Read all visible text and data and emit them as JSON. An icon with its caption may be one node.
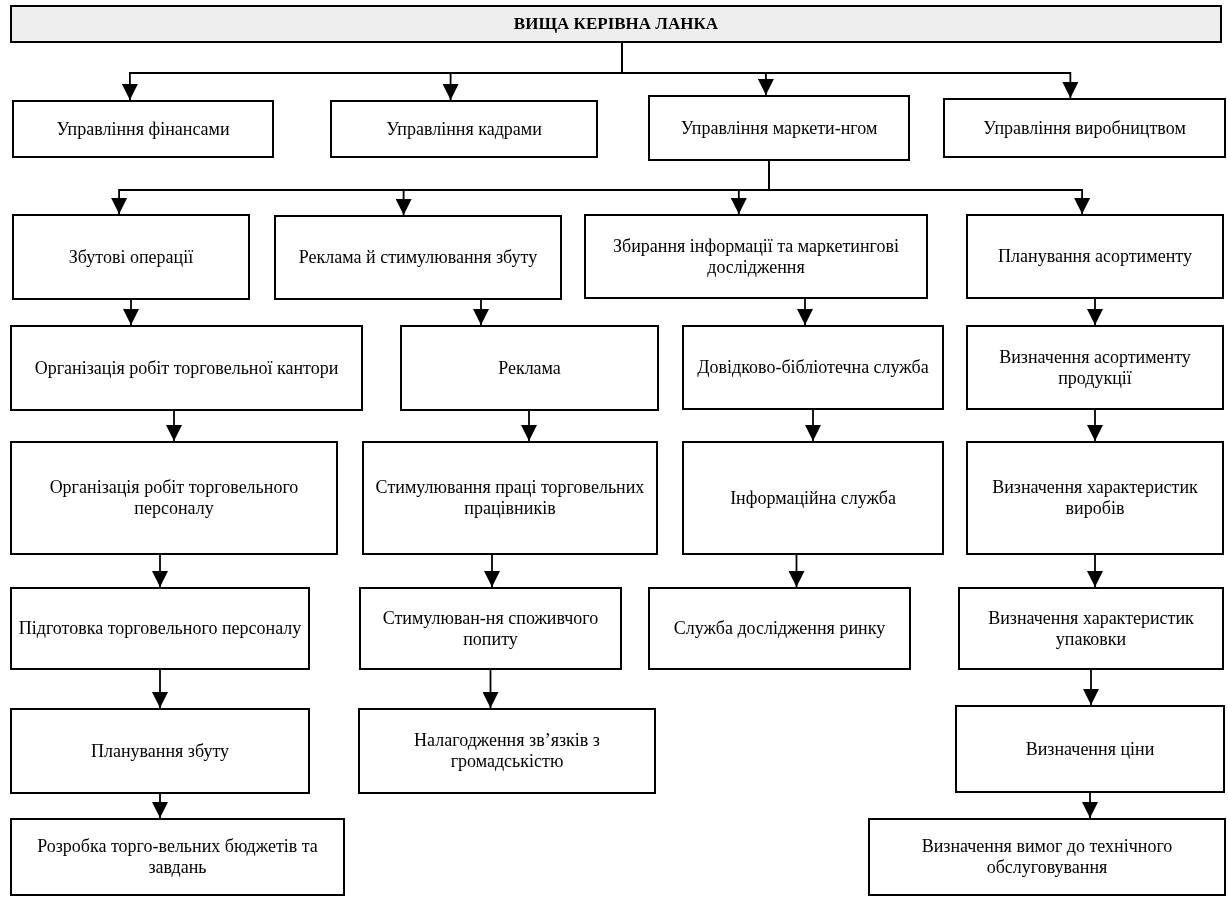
{
  "diagram": {
    "nodes": [
      {
        "text": [
          "ВИЩА КЕРІВНА ЛАНКА"
        ]
      },
      {
        "text": [
          "Управління фінансами"
        ]
      },
      {
        "text": [
          "Управління кадрами"
        ]
      },
      {
        "text": [
          "Управління маркети-нгом"
        ]
      },
      {
        "text": [
          "Управління виробництвом"
        ]
      },
      {
        "text": [
          "Збутові операції"
        ]
      },
      {
        "text": [
          "Реклама й стимулювання збуту"
        ]
      },
      {
        "text": [
          "Збирання інформації та маркетингові дослідження"
        ]
      },
      {
        "text": [
          "Планування асортименту"
        ]
      },
      {
        "text": [
          "Організація робіт торговельної кантори"
        ]
      },
      {
        "text": [
          "Реклама"
        ]
      },
      {
        "text": [
          "Довідково-бібліотечна служба"
        ]
      },
      {
        "text": [
          "Визначення асортименту продукції"
        ]
      },
      {
        "text": [
          "Організація робіт торговельного персоналу"
        ]
      },
      {
        "text": [
          "Стимулювання праці торговельних працівників"
        ]
      },
      {
        "text": [
          "Інформаційна служба"
        ]
      },
      {
        "text": [
          "Визначення характеристик виробів"
        ]
      },
      {
        "text": [
          "Підготовка торговельного персоналу"
        ]
      },
      {
        "text": [
          "Стимулюван-ня споживчого попиту"
        ]
      },
      {
        "text": [
          "Служба дослідження ринку"
        ]
      },
      {
        "text": [
          "Визначення характеристик упаковки"
        ]
      },
      {
        "text": [
          "Планування збуту"
        ]
      },
      {
        "text": [
          "Налагодження зв’язків з громадськістю"
        ]
      },
      {
        "text": [
          "Визначення ціни"
        ]
      },
      {
        "text": [
          "Розробка торго-вельних бюджетів та завдань"
        ]
      },
      {
        "text": [
          "Визначення вимог до технічного обслуговування"
        ]
      }
    ],
    "edges": [
      {
        "from": 0,
        "to": 1,
        "arrow": "to"
      },
      {
        "from": 0,
        "to": 2,
        "arrow": "to"
      },
      {
        "from": 0,
        "to": 3,
        "arrow": "to"
      },
      {
        "from": 0,
        "to": 4,
        "arrow": "to"
      },
      {
        "from": 3,
        "to": 5,
        "arrow": "to"
      },
      {
        "from": 3,
        "to": 6,
        "arrow": "to"
      },
      {
        "from": 3,
        "to": 7,
        "arrow": "to"
      },
      {
        "from": 3,
        "to": 8,
        "arrow": "to"
      },
      {
        "from": 5,
        "to": 9,
        "arrow": "to"
      },
      {
        "from": 9,
        "to": 13,
        "arrow": "to"
      },
      {
        "from": 13,
        "to": 17,
        "arrow": "to"
      },
      {
        "from": 17,
        "to": 21,
        "arrow": "to"
      },
      {
        "from": 21,
        "to": 24,
        "arrow": "to"
      },
      {
        "from": 6,
        "to": 10,
        "arrow": "to"
      },
      {
        "from": 10,
        "to": 14,
        "arrow": "to"
      },
      {
        "from": 14,
        "to": 18,
        "arrow": "to"
      },
      {
        "from": 18,
        "to": 22,
        "arrow": "to"
      },
      {
        "from": 7,
        "to": 11,
        "arrow": "to"
      },
      {
        "from": 11,
        "to": 15,
        "arrow": "to"
      },
      {
        "from": 15,
        "to": 19,
        "arrow": "to"
      },
      {
        "from": 8,
        "to": 12,
        "arrow": "to"
      },
      {
        "from": 12,
        "to": 16,
        "arrow": "to"
      },
      {
        "from": 16,
        "to": 20,
        "arrow": "to"
      },
      {
        "from": 20,
        "to": 23,
        "arrow": "to"
      },
      {
        "from": 23,
        "to": 25,
        "arrow": "to"
      }
    ]
  }
}
